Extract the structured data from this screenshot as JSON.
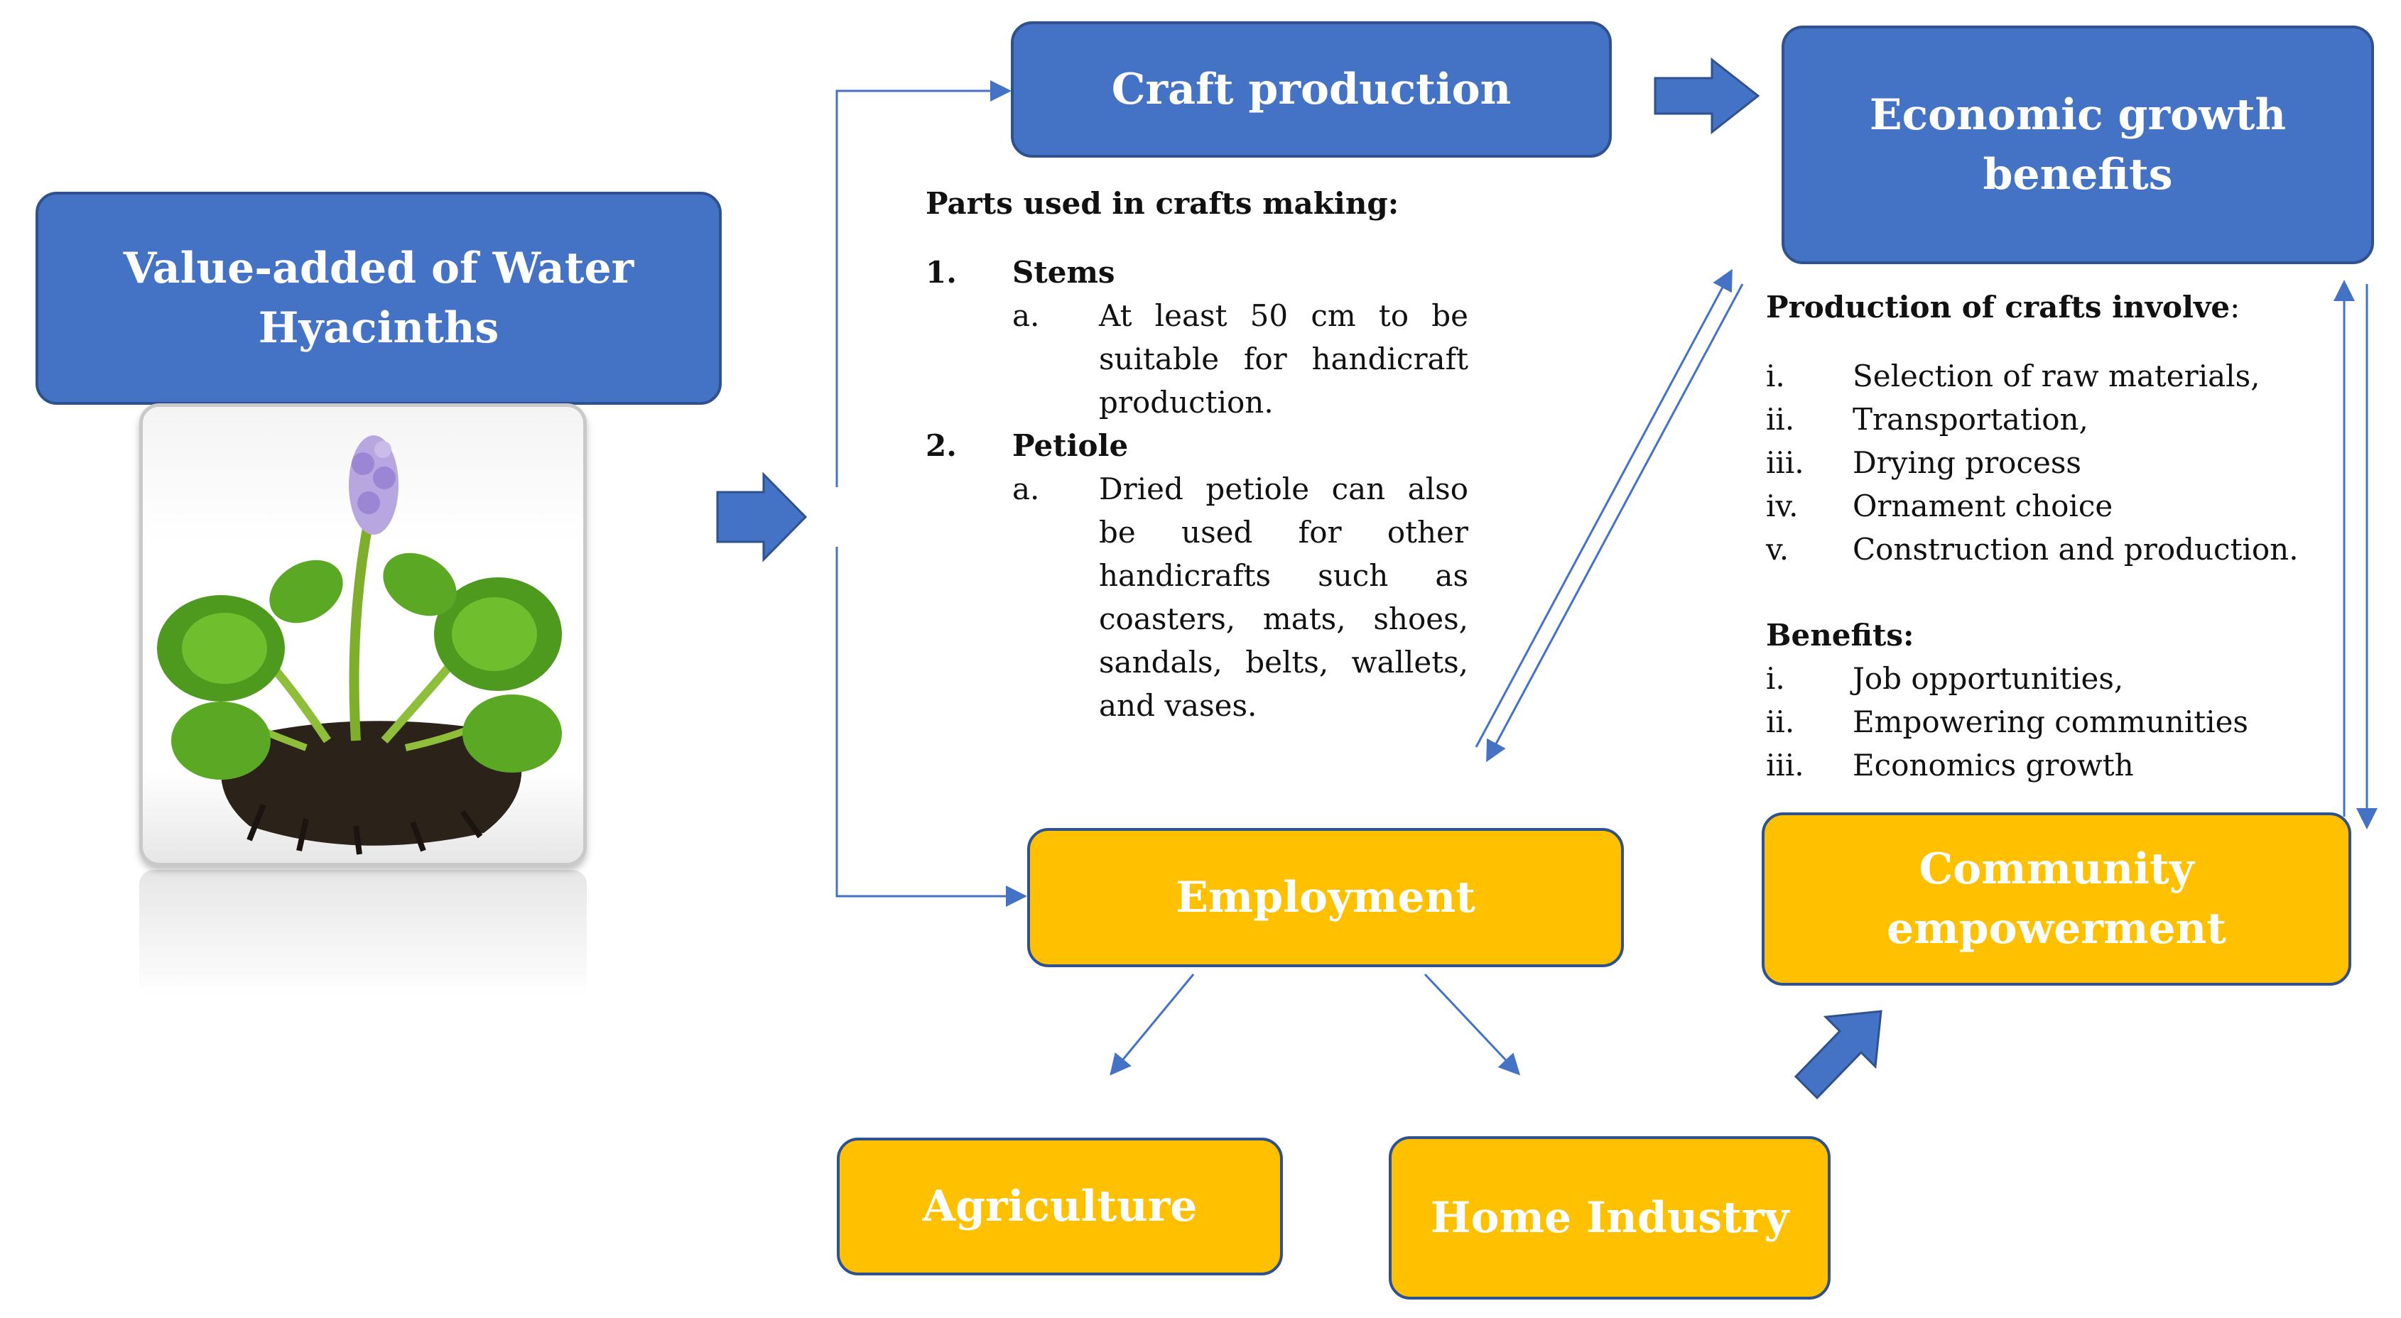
{
  "nodes": {
    "value_added": "Value-added of Water Hyacinths",
    "craft_production": "Craft production",
    "economic_growth": "Economic growth benefits",
    "employment": "Employment",
    "community": "Community empowerment",
    "agriculture": "Agriculture",
    "home_industry": "Home Industry"
  },
  "parts": {
    "heading": "Parts used in crafts making:",
    "items": [
      {
        "num": "1.",
        "title": "Stems",
        "sub": "a.",
        "text": "At least 50 cm to be suitable for handicraft production."
      },
      {
        "num": "2.",
        "title": "Petiole",
        "sub": "a.",
        "text": "Dried petiole can also be used for other handicrafts such as coasters, mats, shoes, sandals, belts, wallets, and vases."
      }
    ]
  },
  "production": {
    "heading": "Production of crafts involve",
    "colon": ":",
    "items": [
      {
        "num": "i.",
        "text": "Selection of raw materials,"
      },
      {
        "num": "ii.",
        "text": "Transportation,"
      },
      {
        "num": "iii.",
        "text": "Drying process"
      },
      {
        "num": "iv.",
        "text": "Ornament choice"
      },
      {
        "num": "v.",
        "text": "Construction and production."
      }
    ]
  },
  "benefits": {
    "heading": "Benefits:",
    "items": [
      {
        "num": "i.",
        "text": "Job opportunities,"
      },
      {
        "num": "ii.",
        "text": "Empowering communities"
      },
      {
        "num": "iii.",
        "text": "Economics growth"
      }
    ]
  },
  "colors": {
    "blue": "#4472C4",
    "gold": "#FFC000",
    "line": "#4472C4",
    "border": "#2F528F"
  },
  "image": {
    "icon": "water-hyacinth-plant-illustration"
  }
}
